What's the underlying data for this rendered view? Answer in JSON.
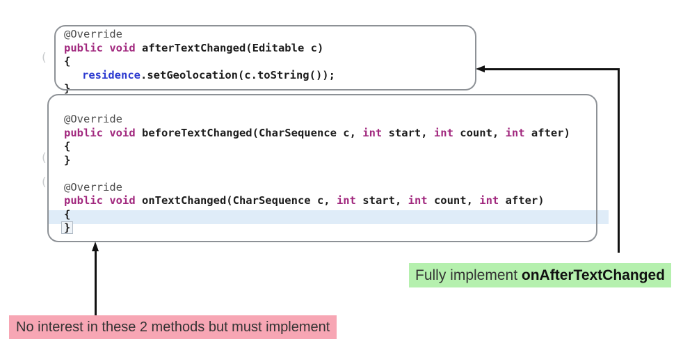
{
  "colors": {
    "annotation_text": "#4d4d4d",
    "keyword": "#a1287e",
    "plain_code": "#1c1c1c",
    "field": "#2d3bd0",
    "box_border": "#8d9196",
    "highlight_row": "#dfecf8",
    "arrow": "#111111",
    "green_label_bg": "#b5f0ae",
    "pink_label_bg": "#f7a6b4",
    "label_text": "#333333"
  },
  "code_blocks": [
    {
      "name": "afterTextChanged-box",
      "lines": [
        {
          "tokens": [
            {
              "text": "@Override",
              "style": "annotation"
            }
          ]
        },
        {
          "tokens": [
            {
              "text": "public void ",
              "style": "keyword"
            },
            {
              "text": "afterTextChanged(Editable c)",
              "style": "plain"
            }
          ]
        },
        {
          "tokens": [
            {
              "text": "{",
              "style": "plain"
            }
          ]
        },
        {
          "indent": 1,
          "tokens": [
            {
              "text": "residence",
              "style": "field"
            },
            {
              "text": ".setGeolocation(c.toString());",
              "style": "plain"
            }
          ]
        },
        {
          "tokens": [
            {
              "text": "}",
              "style": "plain"
            }
          ]
        }
      ]
    },
    {
      "name": "beforeTextChanged-onTextChanged-box",
      "lines": [
        {
          "tokens": [
            {
              "text": "@Override",
              "style": "annotation"
            }
          ]
        },
        {
          "tokens": [
            {
              "text": "public void ",
              "style": "keyword"
            },
            {
              "text": "beforeTextChanged(CharSequence c, ",
              "style": "plain"
            },
            {
              "text": "int",
              "style": "keyword"
            },
            {
              "text": " start, ",
              "style": "plain"
            },
            {
              "text": "int",
              "style": "keyword"
            },
            {
              "text": " count, ",
              "style": "plain"
            },
            {
              "text": "int",
              "style": "keyword"
            },
            {
              "text": " after)",
              "style": "plain"
            }
          ]
        },
        {
          "tokens": [
            {
              "text": "{",
              "style": "plain"
            }
          ]
        },
        {
          "tokens": [
            {
              "text": "}",
              "style": "plain"
            }
          ]
        },
        {
          "tokens": []
        },
        {
          "tokens": [
            {
              "text": "@Override",
              "style": "annotation"
            }
          ]
        },
        {
          "tokens": [
            {
              "text": "public void ",
              "style": "keyword"
            },
            {
              "text": "onTextChanged(CharSequence c, ",
              "style": "plain"
            },
            {
              "text": "int",
              "style": "keyword"
            },
            {
              "text": " start, ",
              "style": "plain"
            },
            {
              "text": "int",
              "style": "keyword"
            },
            {
              "text": " count, ",
              "style": "plain"
            },
            {
              "text": "int",
              "style": "keyword"
            },
            {
              "text": " after)",
              "style": "plain"
            }
          ]
        },
        {
          "highlight": true,
          "tokens": [
            {
              "text": "{",
              "style": "plain"
            }
          ]
        },
        {
          "tokens": [
            {
              "text": "}",
              "style": "plain",
              "brace_box": true
            }
          ]
        }
      ]
    }
  ],
  "annotations": {
    "green_label": {
      "prefix": "Fully implement ",
      "emphasis": "onAfterTextChanged"
    },
    "pink_label": {
      "text": "No interest in these 2 methods but must implement"
    },
    "arrows": [
      {
        "name": "arrow-to-aftertextchanged-box",
        "direction": "left"
      },
      {
        "name": "arrow-to-empty-methods",
        "direction": "up"
      }
    ],
    "gutter_marks": [
      "(",
      "(",
      "("
    ]
  }
}
